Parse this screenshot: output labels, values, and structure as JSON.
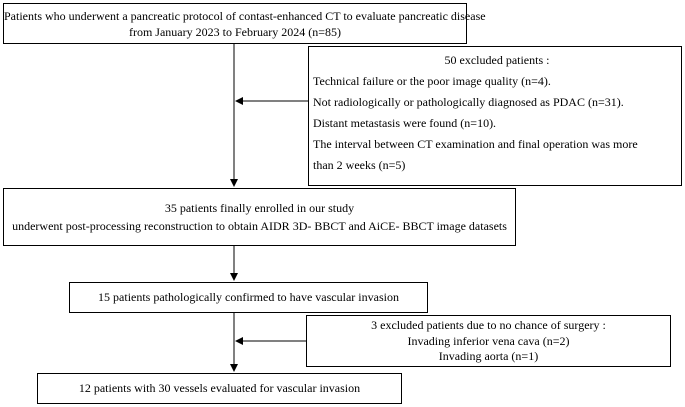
{
  "flowchart": {
    "box_enrolled_initial": {
      "line1": "Patients who underwent a pancreatic protocol of contast-enhanced CT to evaluate pancreatic disease",
      "line2": "from January 2023 to February 2024 (n=85)"
    },
    "box_excluded_first": {
      "title": "50 excluded patients :",
      "items": [
        "Technical failure or the poor image quality (n=4).",
        "Not radiologically or pathologically diagnosed as PDAC (n=31).",
        "Distant metastasis were found (n=10).",
        "The interval between CT examination and final operation was more",
        "than 2 weeks (n=5)"
      ]
    },
    "box_enrolled_final": {
      "line1": "35 patients finally enrolled in our study",
      "line2": "underwent post-processing reconstruction to obtain AIDR 3D- BBCT and AiCE- BBCT image datasets"
    },
    "box_vascular_invasion": {
      "text": "15 patients pathologically confirmed to have vascular invasion"
    },
    "box_excluded_second": {
      "title": "3 excluded patients due to no chance of surgery :",
      "items": [
        "Invading inferior vena cava (n=2)",
        "Invading aorta (n=1)"
      ]
    },
    "box_evaluated": {
      "text": "12 patients with 30 vessels evaluated for vascular invasion"
    }
  }
}
